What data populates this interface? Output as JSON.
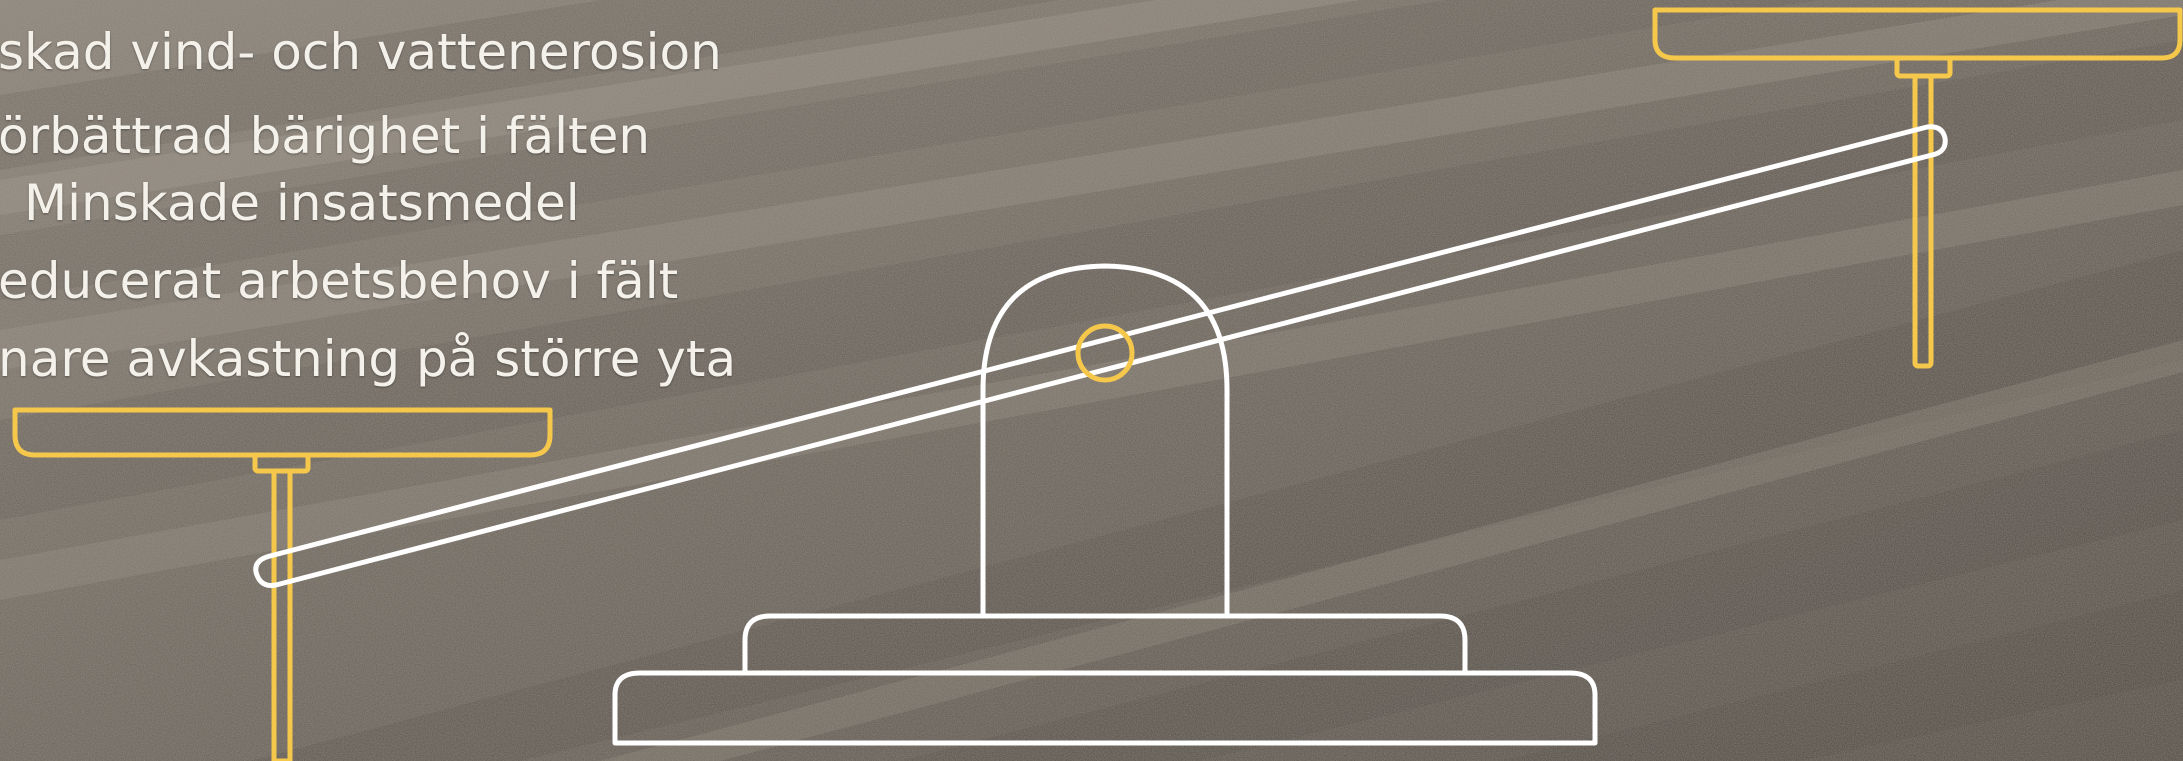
{
  "benefits": {
    "items": [
      {
        "label": "skad vind- och vattenerosion"
      },
      {
        "label": "örbättrad bärighet i fälten"
      },
      {
        "label": "Minskade insatsmedel"
      },
      {
        "label": "educerat arbetsbehov i fält"
      },
      {
        "label": "nare avkastning på större yta"
      }
    ]
  },
  "colors": {
    "field_dark": "#4a4540",
    "field_mid": "#6e665d",
    "field_light": "#8d857a",
    "line_white": "#ffffff",
    "line_yellow": "#f5c84c",
    "text": "#f4f0ea"
  },
  "icons": {
    "scale": "seesaw-scale-icon",
    "pivot": "pivot-circle-icon"
  }
}
